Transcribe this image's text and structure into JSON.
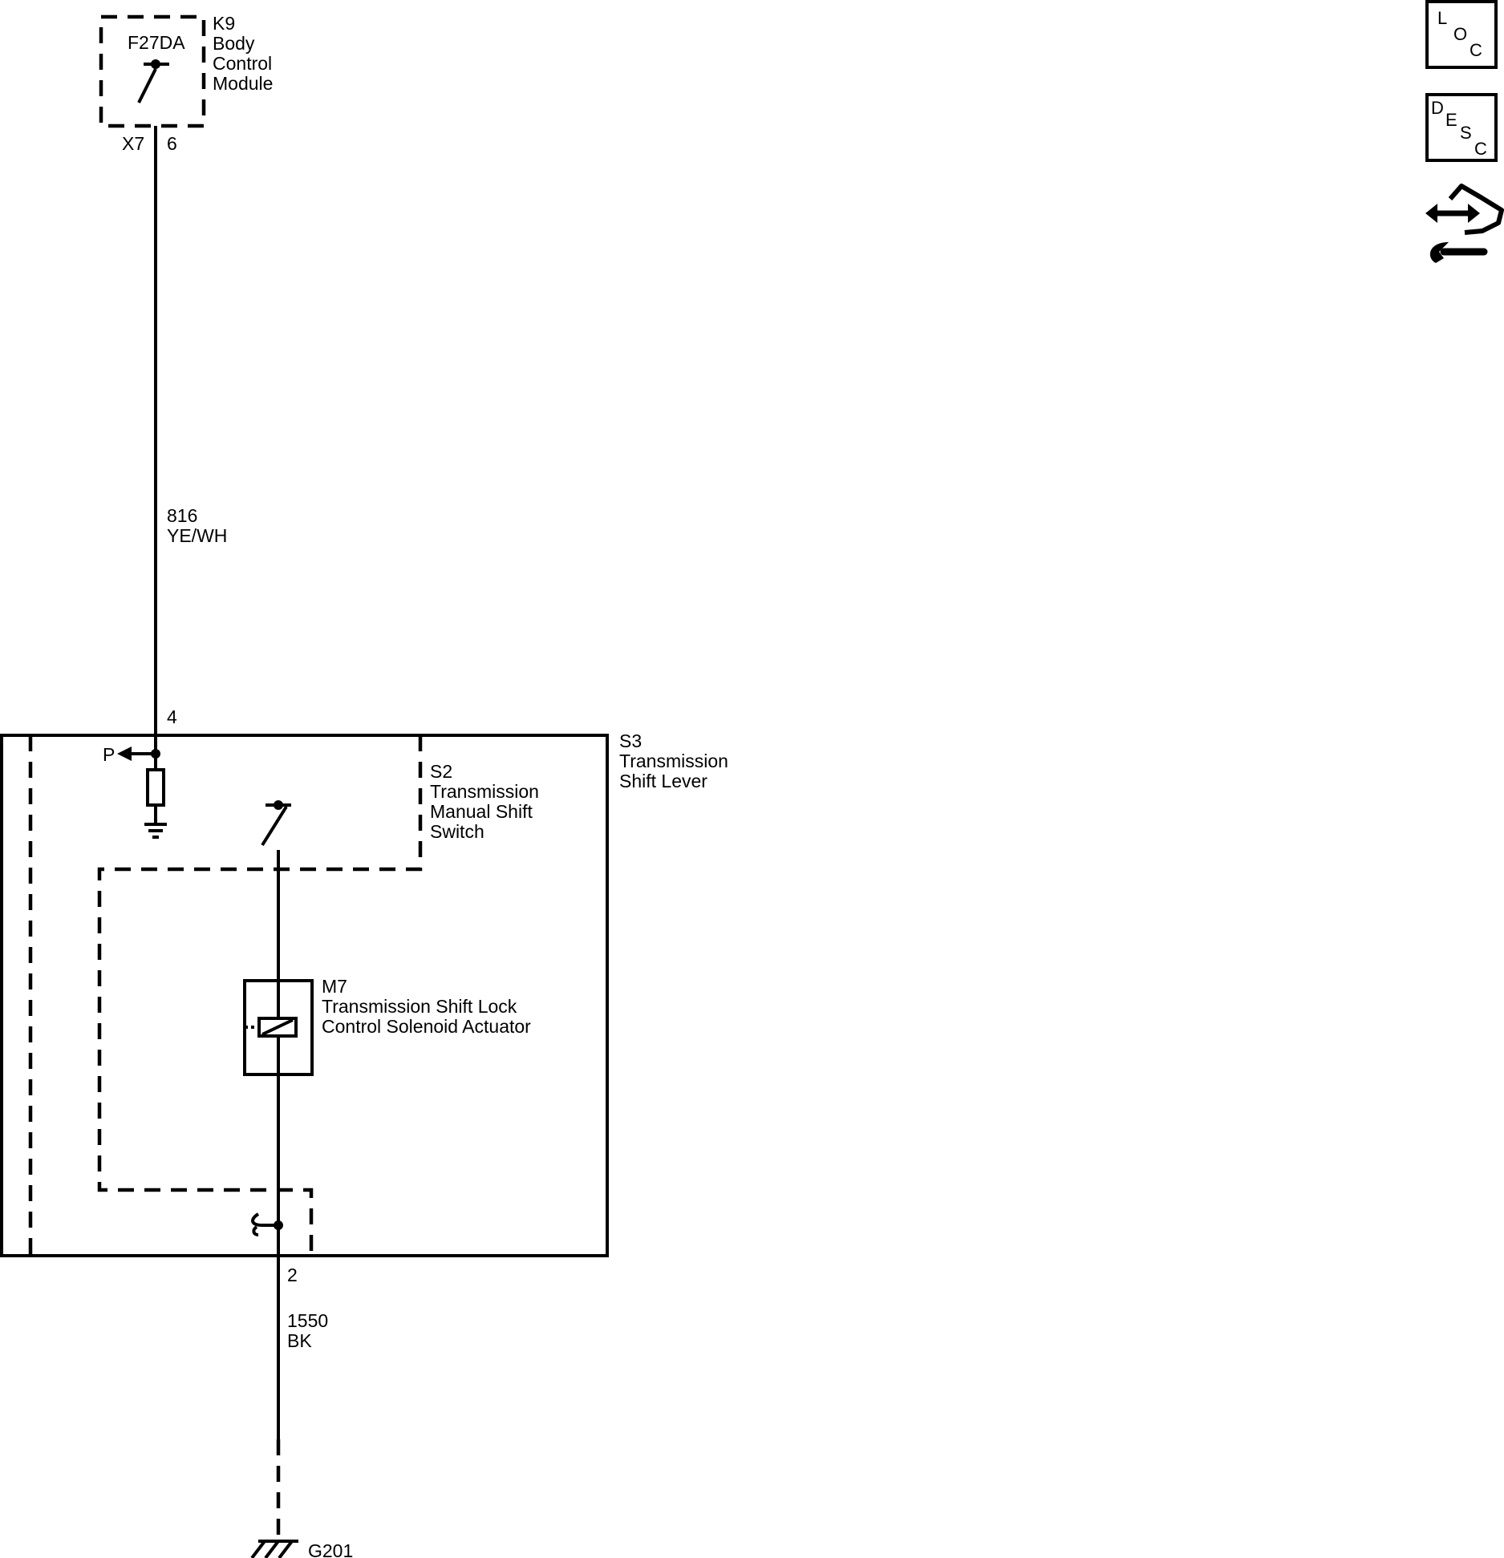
{
  "k9": {
    "ref": "K9",
    "name_line1": "Body",
    "name_line2": "Control",
    "name_line3": "Module",
    "internal": "F27DA",
    "connector": "X7",
    "pin": "6"
  },
  "wire_816": {
    "circuit": "816",
    "color": "YE/WH"
  },
  "s3": {
    "ref": "S3",
    "name_line1": "Transmission",
    "name_line2": "Shift Lever",
    "pin_in": "4",
    "pin_out": "2",
    "park_label": "P"
  },
  "s2": {
    "ref": "S2",
    "name_line1": "Transmission",
    "name_line2": "Manual Shift",
    "name_line3": "Switch"
  },
  "m7": {
    "ref": "M7",
    "name_line1": "Transmission Shift Lock",
    "name_line2": "Control Solenoid Actuator"
  },
  "wire_1550": {
    "circuit": "1550",
    "color": "BK"
  },
  "ground": {
    "ref": "G201"
  },
  "icons": {
    "loc": {
      "l1": "L",
      "l2": "O",
      "l3": "C"
    },
    "desc": {
      "l1": "D",
      "l2": "E",
      "l3": "S",
      "l4": "C"
    },
    "connector_icon": "connector-end-view-icon"
  }
}
